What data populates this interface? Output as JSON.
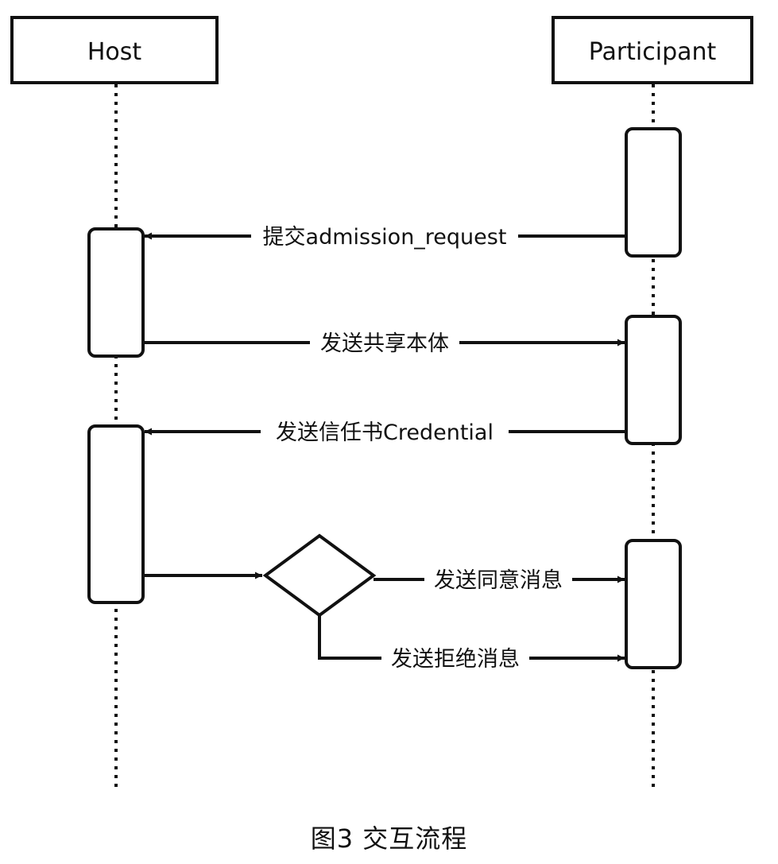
{
  "participants": [
    {
      "id": "host",
      "label": "Host"
    },
    {
      "id": "participant",
      "label": "Participant"
    }
  ],
  "messages": [
    {
      "id": "m1",
      "label": "提交admission_request",
      "from": "participant",
      "to": "host"
    },
    {
      "id": "m2",
      "label": "发送共享本体",
      "from": "host",
      "to": "participant"
    },
    {
      "id": "m3",
      "label": "发送信任书Credential",
      "from": "participant",
      "to": "host"
    },
    {
      "id": "m4",
      "label": "发送同意消息",
      "from": "decision",
      "to": "participant"
    },
    {
      "id": "m5",
      "label": "发送拒绝消息",
      "from": "decision",
      "to": "participant"
    }
  ],
  "caption": "图3  交互流程"
}
